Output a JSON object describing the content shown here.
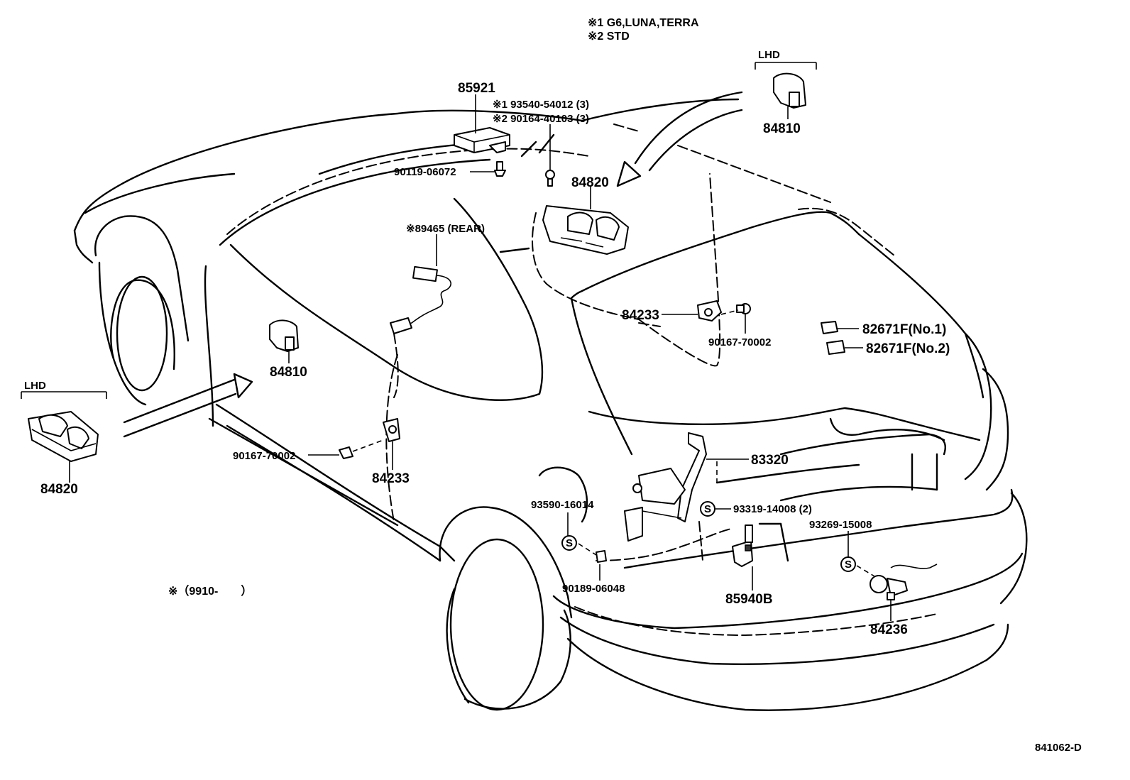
{
  "notes": {
    "note1": "※1 G6,LUNA,TERRA",
    "note2": "※2 STD",
    "period": "※（9910-　　）",
    "figure_id": "841062-D"
  },
  "lhd_left": {
    "label": "LHD",
    "part": "84820"
  },
  "lhd_right": {
    "label": "LHD",
    "part": "84810"
  },
  "parts": {
    "p85921": "85921",
    "p93540": "※1 93540-54012 (3)",
    "p90164": "※2 90164-40103 (3)",
    "p90119": "90119-06072",
    "p84820_main": "84820",
    "p89465": "※89465 (REAR)",
    "p84810_main": "84810",
    "p84233_top": "84233",
    "p90167_top": "90167-70002",
    "p82671_1": "82671F(No.1)",
    "p82671_2": "82671F(No.2)",
    "p90167_left": "90167-70002",
    "p84233_left": "84233",
    "p83320": "83320",
    "p93590": "93590-16014",
    "p93319": "93319-14008 (2)",
    "p93269": "93269-15008",
    "p90189": "90189-06048",
    "p85940B": "85940B",
    "p84236": "84236"
  },
  "symbols": {
    "s": "S"
  }
}
